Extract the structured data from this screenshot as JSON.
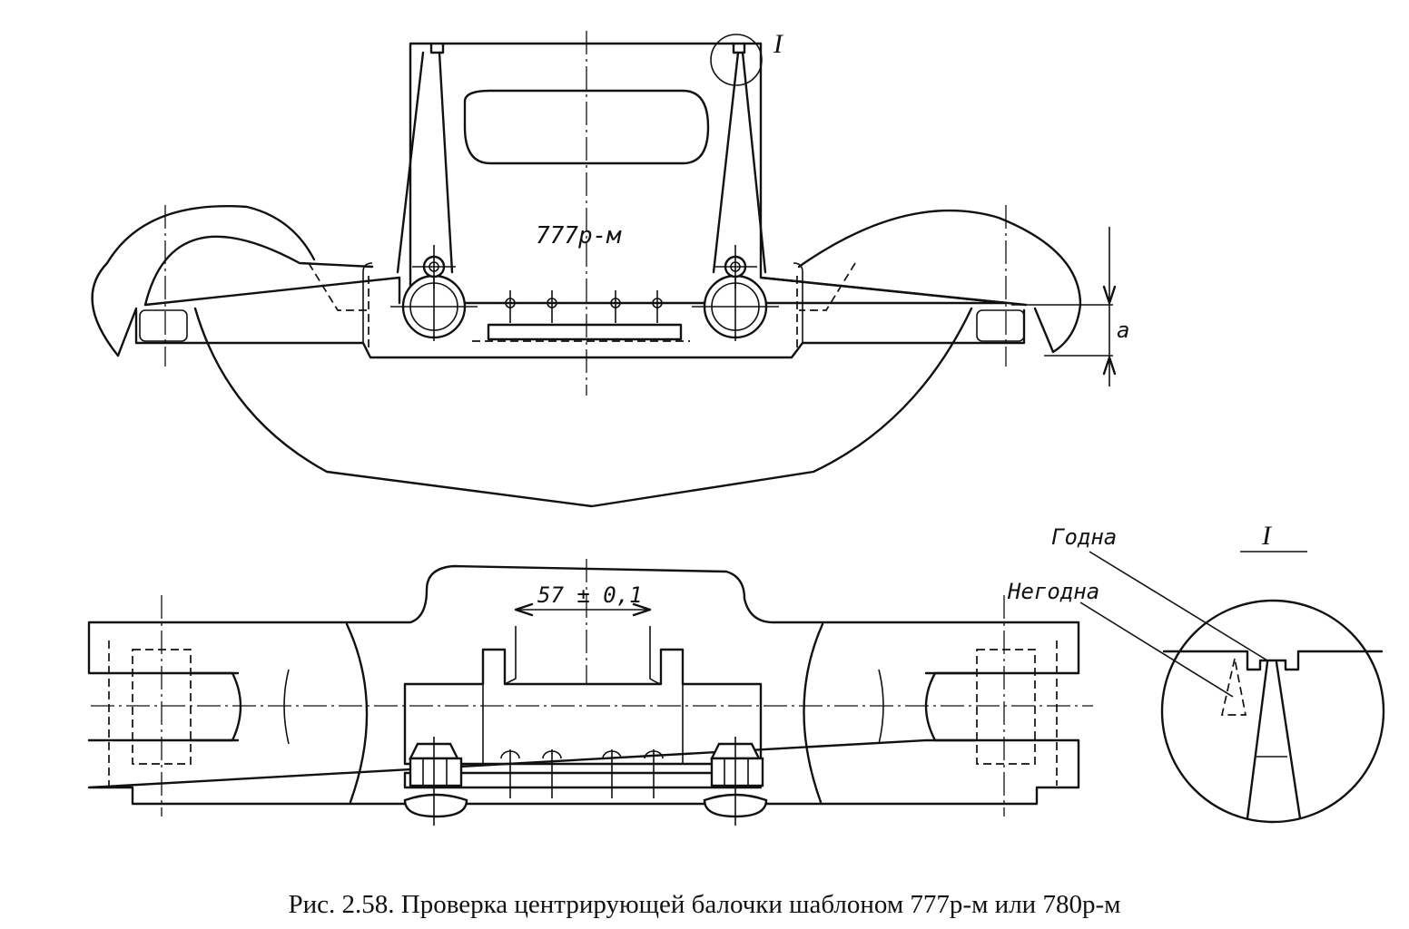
{
  "template_label": "777р-м",
  "dimension_a": "a",
  "dimension_width": "57 ± 0,1",
  "detail_marker": "I",
  "detail_title": "I",
  "label_fit": "Годна",
  "label_unfit": "Негодна",
  "caption": "Рис. 2.58. Проверка центрирующей балочки шаблоном 777р-м или 780р-м"
}
